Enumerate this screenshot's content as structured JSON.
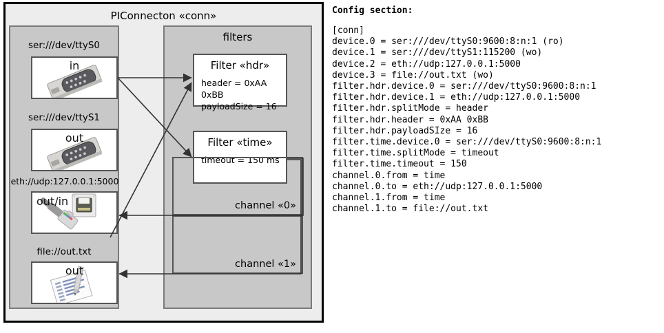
{
  "diagram": {
    "outer": {
      "title": "PIConnecton «conn»"
    },
    "devices_panel": {
      "items": [
        {
          "label": "ser:///dev/ttyS0",
          "direction": "in",
          "icon": "serial-port-icon"
        },
        {
          "label": "ser:///dev/ttyS1",
          "direction": "out",
          "icon": "serial-port-icon"
        },
        {
          "label": "eth://udp:127.0.0.1:5000",
          "direction": "out/in",
          "icon": "ethernet-jack-icon"
        },
        {
          "label": "file://out.txt",
          "direction": "out",
          "icon": "text-file-icon"
        }
      ]
    },
    "filters_panel": {
      "title": "filters",
      "filters": [
        {
          "title": "Filter «hdr»",
          "props": [
            "header = 0xAA 0xBB",
            "payloadSize = 16"
          ]
        },
        {
          "title": "Filter «time»",
          "props": [
            "timeout = 150 ms"
          ]
        }
      ],
      "channels": [
        {
          "label": "channel «0»"
        },
        {
          "label": "channel «1»"
        }
      ]
    },
    "colors": {
      "outer_fill": "#ededed",
      "panel_fill": "#c8c8c8",
      "box_fill": "#ffffff",
      "border_dark": "#000000",
      "border_gray": "#555555"
    }
  },
  "config": {
    "heading": "Config section:",
    "lines": [
      "[conn]",
      "device.0 = ser:///dev/ttyS0:9600:8:n:1 (ro)",
      "device.1 = ser:///dev/ttyS1:115200 (wo)",
      "device.2 = eth://udp:127.0.0.1:5000",
      "device.3 = file://out.txt (wo)",
      "filter.hdr.device.0 = ser:///dev/ttyS0:9600:8:n:1",
      "filter.hdr.device.1 = eth://udp:127.0.0.1:5000",
      "filter.hdr.splitMode = header",
      "filter.hdr.header = 0xAA 0xBB",
      "filter.hdr.payloadSIze = 16",
      "filter.time.device.0 = ser:///dev/ttyS0:9600:8:n:1",
      "filter.time.splitMode = timeout",
      "filter.time.timeout = 150",
      "channel.0.from = time",
      "channel.0.to = eth://udp:127.0.0.1:5000",
      "channel.1.from = time",
      "channel.1.to = file://out.txt"
    ]
  }
}
